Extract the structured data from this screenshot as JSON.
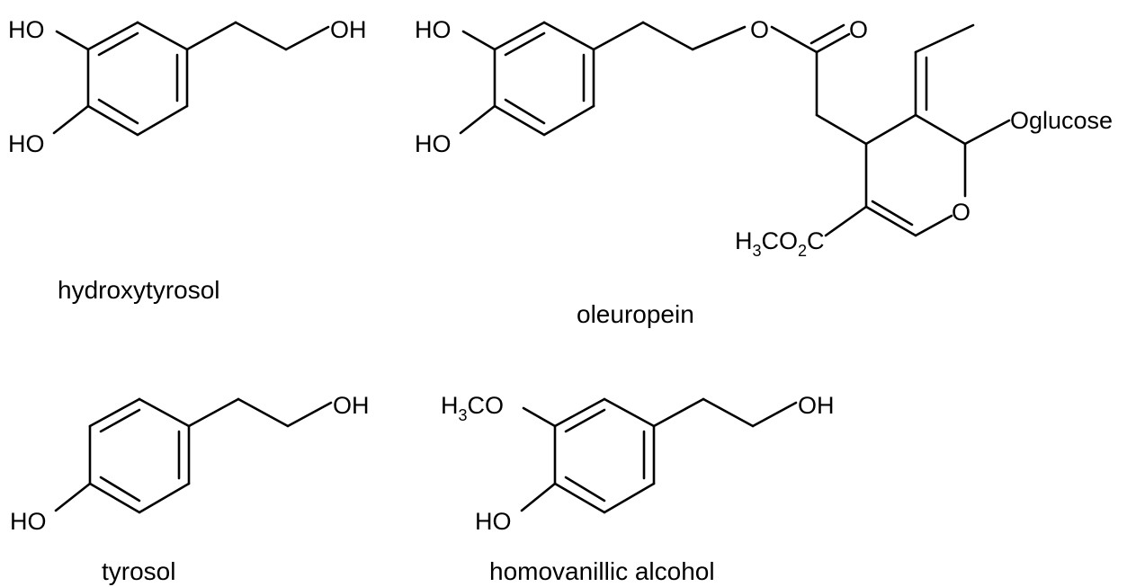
{
  "molecules": [
    {
      "name": "hydroxytyrosol",
      "labels": {
        "ho_top": "HO",
        "ho_bottom": "HO",
        "oh": "OH"
      }
    },
    {
      "name": "oleuropein",
      "labels": {
        "ho_top": "HO",
        "ho_bottom": "HO",
        "ester_o": "O",
        "carbonyl_o": "O",
        "oglucose": "Oglucose",
        "ring_o": "O",
        "methyl_ester": {
          "h": "H",
          "h_sub": "3",
          "co": "CO",
          "co_sub": "2",
          "c": "C"
        }
      }
    },
    {
      "name": "tyrosol",
      "labels": {
        "oh": "OH",
        "ho": "HO"
      }
    },
    {
      "name": "homovanillic alcohol",
      "labels": {
        "methoxy": {
          "h": "H",
          "sub": "3",
          "co": "CO"
        },
        "ho": "HO",
        "oh": "OH"
      }
    }
  ]
}
